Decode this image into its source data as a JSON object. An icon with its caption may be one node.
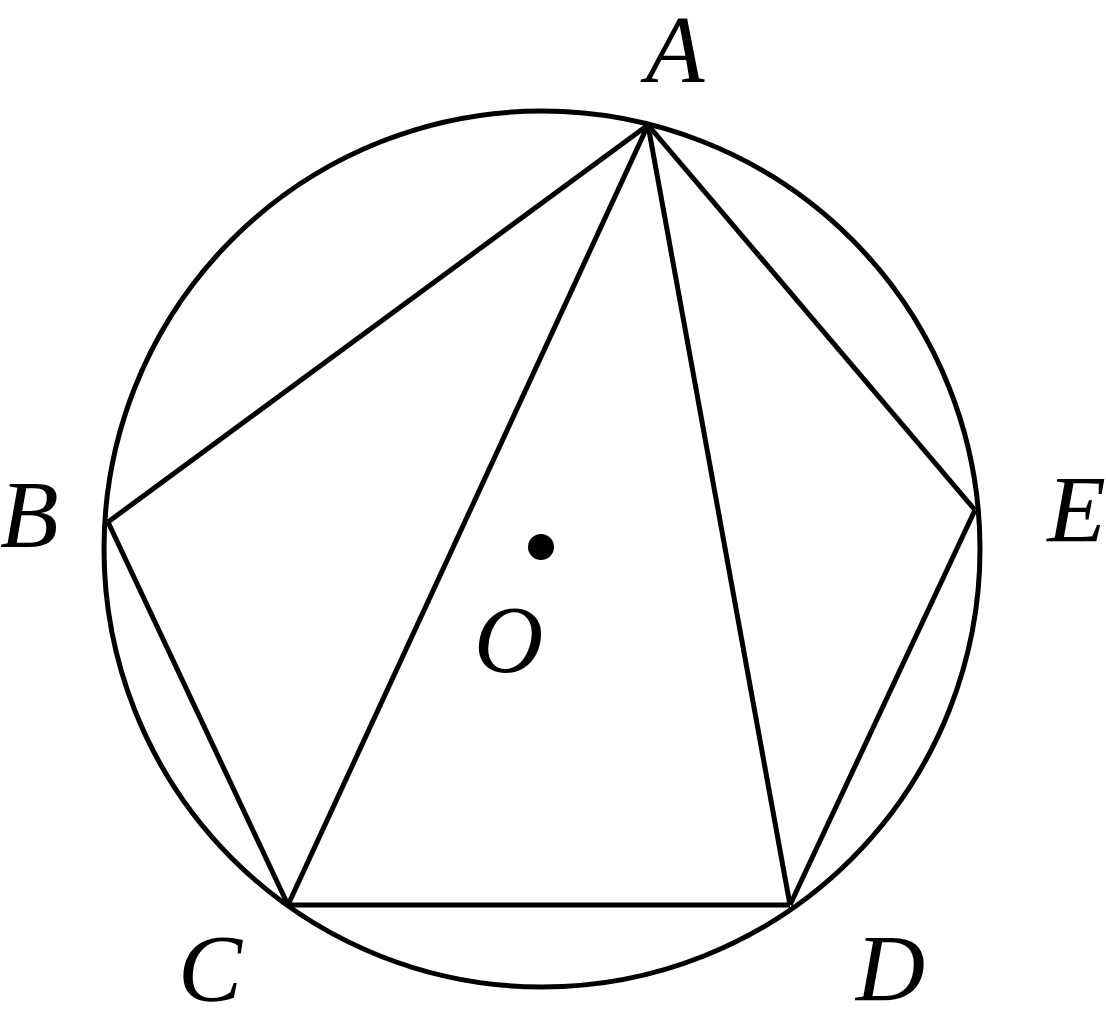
{
  "diagram": {
    "nodes": [
      {
        "text": [
          "A"
        ]
      },
      {
        "text": [
          "B"
        ]
      },
      {
        "text": [
          "C"
        ]
      },
      {
        "text": [
          "D"
        ]
      },
      {
        "text": [
          "E"
        ]
      }
    ],
    "edges": [
      {
        "from": 0,
        "to": 1,
        "arrow": "none"
      },
      {
        "from": 0,
        "to": 2,
        "arrow": "none"
      },
      {
        "from": 0,
        "to": 3,
        "arrow": "none"
      },
      {
        "from": 0,
        "to": 4,
        "arrow": "none"
      },
      {
        "from": 1,
        "to": 2,
        "arrow": "none"
      },
      {
        "from": 2,
        "to": 3,
        "arrow": "none"
      },
      {
        "from": 3,
        "to": 4,
        "arrow": "none"
      }
    ],
    "labels": [
      "O"
    ]
  }
}
